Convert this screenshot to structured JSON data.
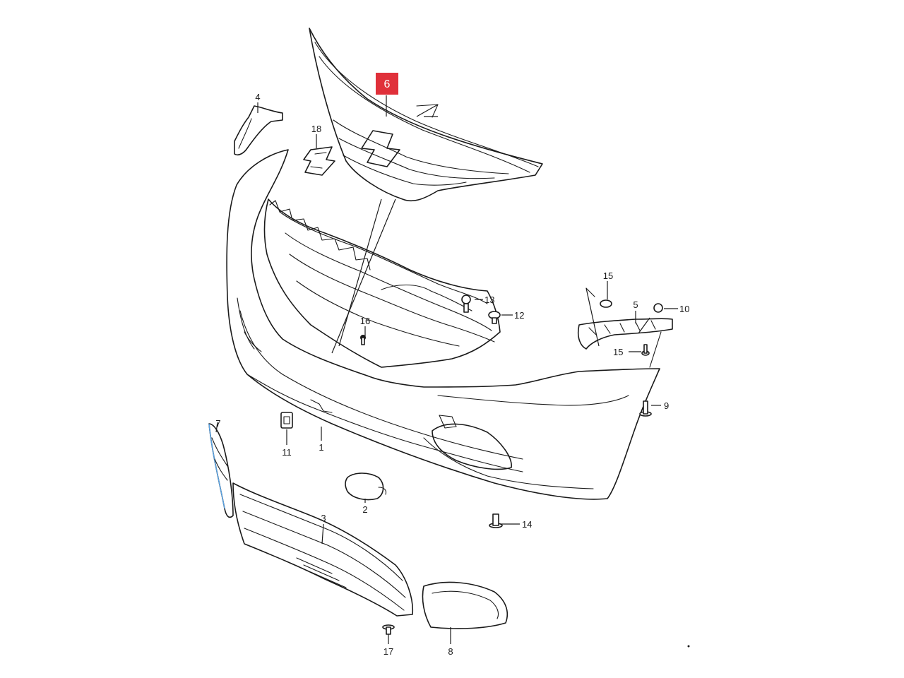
{
  "highlight": {
    "label": "6",
    "color": "#e0303a"
  },
  "callouts": {
    "c1": "1",
    "c2": "2",
    "c3": "3",
    "c4": "4",
    "c5": "5",
    "c7": "7",
    "c8": "8",
    "c9": "9",
    "c10": "10",
    "c11": "11",
    "c12": "12",
    "c13": "13",
    "c14": "14",
    "c15a": "15",
    "c15b": "15",
    "c16": "16",
    "c17": "17",
    "c18": "18"
  }
}
